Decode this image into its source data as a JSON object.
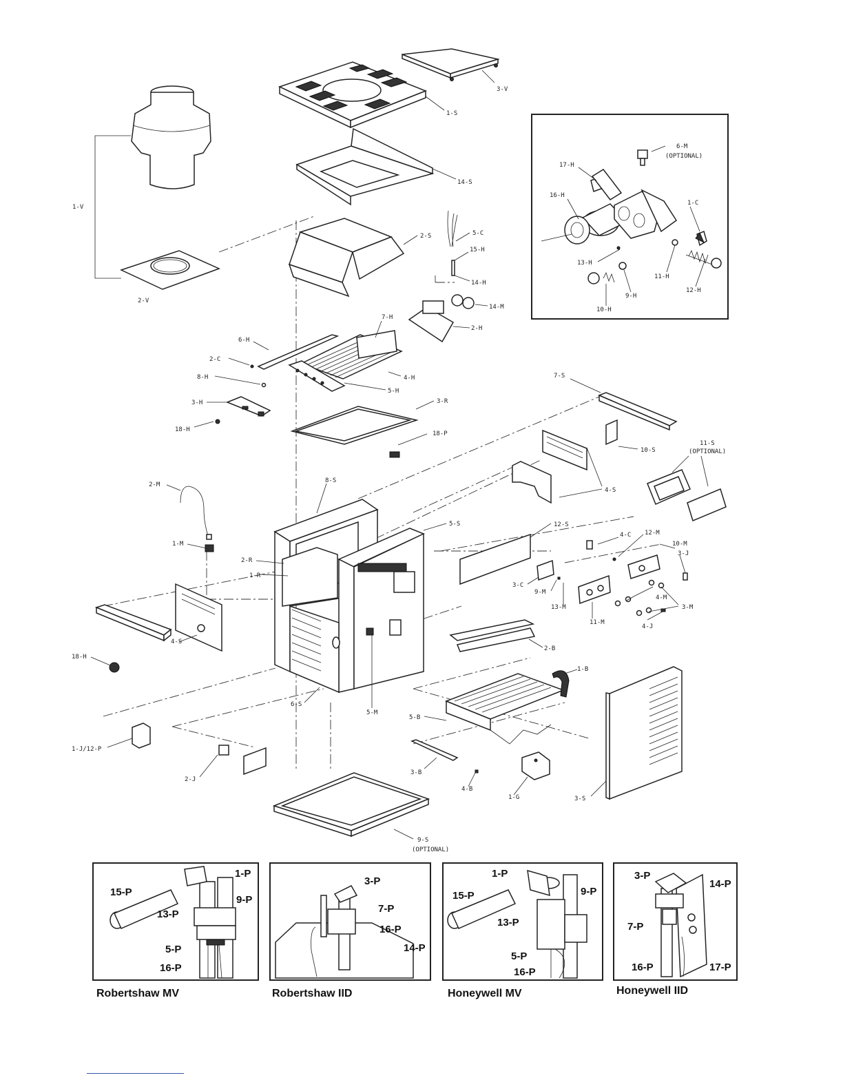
{
  "labels": {
    "v1": "1-V",
    "v2": "2-V",
    "v3": "3-V",
    "s1": "1-S",
    "s2": "2-S",
    "s3": "3-S",
    "s4a": "4-S",
    "s4b": "4-S",
    "s5": "5-S",
    "s6": "6-S",
    "s7": "7-S",
    "s8": "8-S",
    "s9": "9-S",
    "s9opt": "(OPTIONAL)",
    "s10": "10-S",
    "s11": "11-S",
    "s11opt": "(OPTIONAL)",
    "s12": "12-S",
    "s14": "14-S",
    "h2": "2-H",
    "h3": "3-H",
    "h4": "4-H",
    "h5": "5-H",
    "h6": "6-H",
    "h7": "7-H",
    "h8": "8-H",
    "h14": "14-H",
    "h15": "15-H",
    "h18a": "18-H",
    "h18b": "18-H",
    "c2": "2-C",
    "c3": "3-C",
    "c4": "4-C",
    "c5": "5-C",
    "m1": "1-M",
    "m2": "2-M",
    "m3": "3-M",
    "m4": "4-M",
    "m5": "5-M",
    "m9": "9-M",
    "m10": "10-M",
    "m11": "11-M",
    "m12": "12-M",
    "m13": "13-M",
    "m14": "14-M",
    "r1": "1-R",
    "r2": "2-R",
    "r3": "3-R",
    "p18": "18-P",
    "j1": "1-J/12-P",
    "j2": "2-J",
    "j3": "3-J",
    "j4": "4-J",
    "b1": "1-B",
    "b2": "2-B",
    "b3": "3-B",
    "b4": "4-B",
    "b5": "5-B",
    "g1": "1-G"
  },
  "inset": {
    "m6": "6-M",
    "m6opt": "(OPTIONAL)",
    "h17": "17-H",
    "h16": "16-H",
    "h13": "13-H",
    "h10": "10-H",
    "h9": "9-H",
    "h11": "11-H",
    "h12": "12-H",
    "c1": "1-C"
  },
  "panels": [
    {
      "caption": "Robertshaw MV",
      "labels": [
        "15-P",
        "1-P",
        "13-P",
        "9-P",
        "5-P",
        "16-P"
      ]
    },
    {
      "caption": "Robertshaw IID",
      "labels": [
        "3-P",
        "7-P",
        "16-P",
        "14-P"
      ]
    },
    {
      "caption": "Honeywell MV",
      "labels": [
        "1-P",
        "15-P",
        "9-P",
        "13-P",
        "5-P",
        "16-P"
      ]
    },
    {
      "caption": "Honeywell IID",
      "labels": [
        "3-P",
        "14-P",
        "7-P",
        "16-P",
        "17-P"
      ]
    }
  ]
}
